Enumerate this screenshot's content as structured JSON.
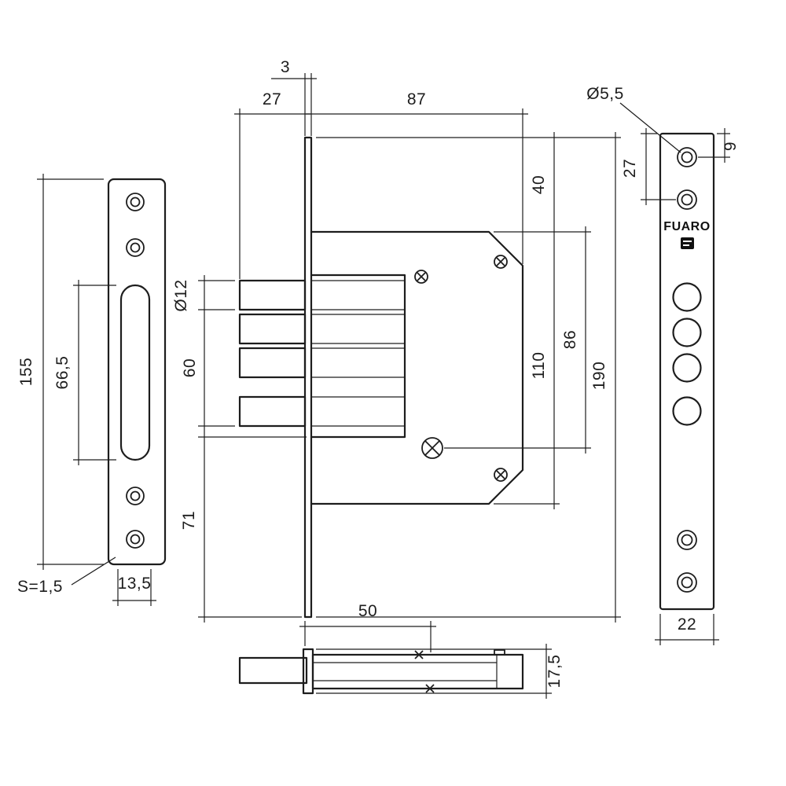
{
  "drawing": {
    "strike_plate": {
      "dim_height": "155",
      "dim_slot_height": "66,5",
      "dim_hole_spacing": "13,5",
      "dim_thickness": "S=1,5"
    },
    "lock_side": {
      "dim_faceplate_thickness": "3",
      "dim_bolt_throw": "27",
      "dim_body_depth": "87",
      "dim_top_offset": "40",
      "dim_body_height": "110",
      "dim_screw_offset": "86",
      "dim_faceplate_height": "190",
      "dim_bolt_diameter": "Ø12",
      "dim_bolt_stack": "60",
      "dim_bottom_offset": "71"
    },
    "lock_bottom": {
      "dim_backset": "50",
      "dim_thickness": "17,5"
    },
    "faceplate": {
      "brand": "FUARO",
      "dim_hole_diameter": "Ø5,5",
      "dim_hole_offset": "27",
      "dim_edge_offset": "9",
      "dim_width": "22"
    }
  }
}
